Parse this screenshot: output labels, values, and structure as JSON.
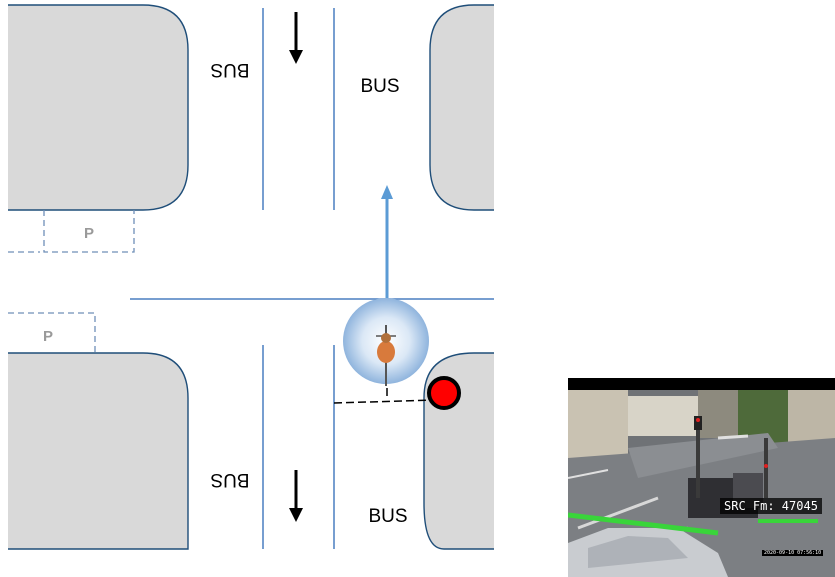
{
  "diagram": {
    "bus_label": "BUS",
    "parking_label": "P",
    "colors": {
      "block_fill": "#d9d9d9",
      "block_stroke": "#1f4e79",
      "lane_line": "#4a7fc1",
      "parking_dash": "#6f8fb8",
      "cyclist_arrow": "#5b9bd5",
      "stop_marker": "#ff0000",
      "traffic_arrow": "#000000"
    }
  },
  "camera": {
    "src_label": "SRC Fm: 47045",
    "timestamp": "2020-09-10 07:56:10",
    "track_color": "#39d53a"
  }
}
